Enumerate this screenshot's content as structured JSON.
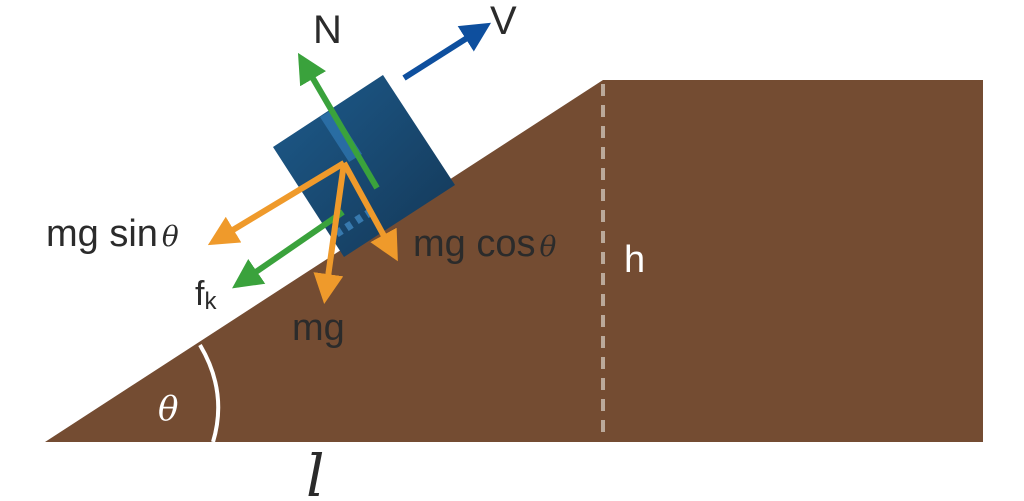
{
  "labels": {
    "normal": "N",
    "velocity": "V",
    "weight": "mg",
    "parallel": "mg sin",
    "perpendicular": "mg cos",
    "friction_base": "f",
    "friction_sub": "k",
    "angle": "θ",
    "height": "h",
    "length": "l"
  },
  "colors": {
    "ground": "#744c32",
    "block_dark": "#163d5f",
    "block_light": "#1f5a88",
    "green": "#3aa23c",
    "orange": "#ef9a2b",
    "blue": "#0e4f9e",
    "dashed": "#bba99a",
    "text": "#2b2b2b"
  }
}
